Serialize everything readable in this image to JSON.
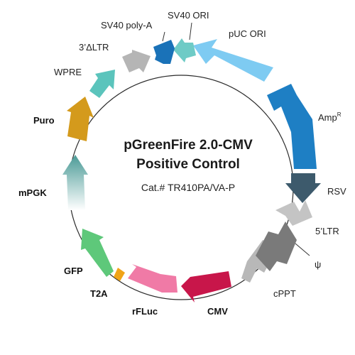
{
  "plasmid": {
    "title_line1": "pGreenFire 2.0-CMV",
    "title_line2": "Positive Control",
    "catalog": "Cat.# TR410PA/VA-P"
  },
  "features": [
    {
      "id": "sv40-ori",
      "label": "SV40 ORI",
      "bold": false,
      "color": "#6ecbc6",
      "dir": "ccw"
    },
    {
      "id": "puc-ori",
      "label": "pUC ORI",
      "bold": false,
      "color": "#7ecbf2",
      "dir": "ccw"
    },
    {
      "id": "ampr",
      "label": "Amp",
      "sup": "R",
      "bold": false,
      "color": "#1e7fc4",
      "dir": "cw"
    },
    {
      "id": "rsv",
      "label": "RSV",
      "bold": false,
      "color": "#3d5a6c",
      "dir": "cw"
    },
    {
      "id": "5ltr",
      "label": "5’LTR",
      "bold": false,
      "color": "#c4c4c4",
      "dir": "cw"
    },
    {
      "id": "psi",
      "label": "ψ",
      "bold": false,
      "color": "#7a7a7a",
      "dir": "cw"
    },
    {
      "id": "cppt",
      "label": "cPPT",
      "bold": false,
      "color": "#b8b8b8",
      "dir": "cw"
    },
    {
      "id": "cmv",
      "label": "CMV",
      "bold": true,
      "color": "#c8164a",
      "dir": "cw"
    },
    {
      "id": "rfluc",
      "label": "rFLuc",
      "bold": true,
      "color": "#f07aa6",
      "dir": "cw"
    },
    {
      "id": "t2a",
      "label": "T2A",
      "bold": true,
      "color": "#f0a418",
      "dir": "cw"
    },
    {
      "id": "gfp",
      "label": "GFP",
      "bold": true,
      "color": "#5ec87a",
      "dir": "cw"
    },
    {
      "id": "mpgk",
      "label": "mPGK",
      "bold": true,
      "color": "#4a9a96",
      "dir": "cw"
    },
    {
      "id": "puro",
      "label": "Puro",
      "bold": true,
      "color": "#d49a1c",
      "dir": "cw"
    },
    {
      "id": "wpre",
      "label": "WPRE",
      "bold": false,
      "color": "#5bc4bc",
      "dir": "cw"
    },
    {
      "id": "3ltr",
      "label": "3’ΔLTR",
      "bold": false,
      "color": "#b5b5b5",
      "dir": "cw"
    },
    {
      "id": "sv40-polya",
      "label": "SV40 poly-A",
      "bold": false,
      "color": "#1a72b8",
      "dir": "cw"
    }
  ],
  "colors": {
    "backbone": "#2a2a2a",
    "leader": "#333333",
    "mpgk_fade": "#ffffff"
  }
}
